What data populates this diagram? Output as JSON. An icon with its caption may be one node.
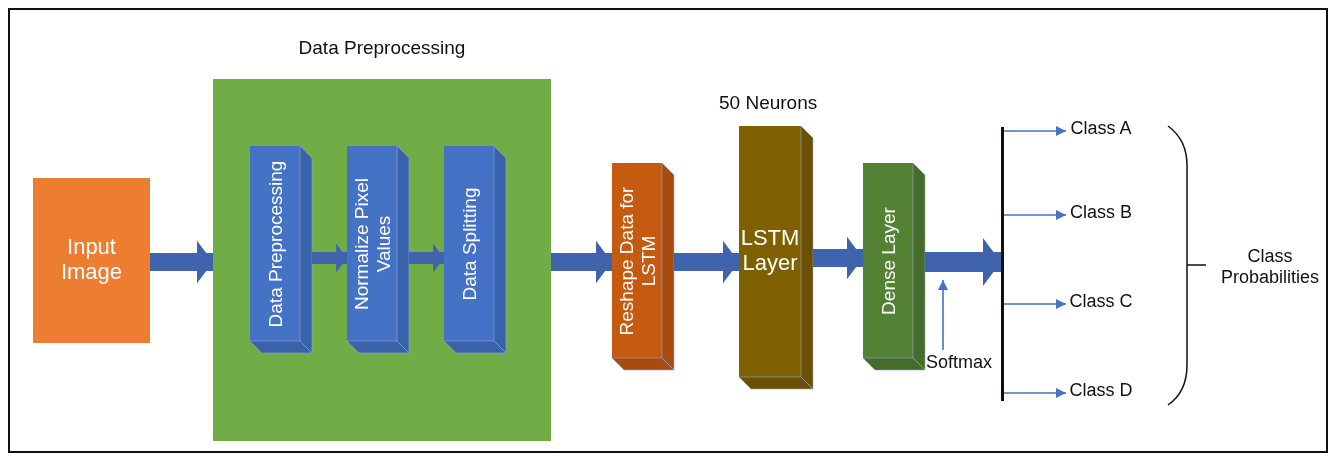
{
  "diagram": {
    "nodes": [
      {
        "text": [
          "Input Image"
        ]
      },
      {
        "text": [
          "Data Preprocessing"
        ]
      },
      {
        "text": [
          "Data Preprocessing"
        ],
        "in": 1
      },
      {
        "text": [
          "Normalize Pixel Values"
        ],
        "in": 1
      },
      {
        "text": [
          "Data Splitting"
        ],
        "in": 1
      },
      {
        "text": [
          "Reshape Data for LSTM"
        ]
      },
      {
        "text": [
          "LSTM Layer"
        ],
        "beside": [
          "50 Neurons"
        ]
      },
      {
        "text": [
          "Dense Layer"
        ]
      },
      {
        "text": [],
        "shape": "bar"
      },
      {
        "text": [
          "Class A"
        ]
      },
      {
        "text": [
          "Class B"
        ]
      },
      {
        "text": [
          "Class C"
        ]
      },
      {
        "text": [
          "Class D"
        ]
      }
    ],
    "edges": [
      {
        "from": 0,
        "to": 1,
        "arrow": "to"
      },
      {
        "from": 2,
        "to": 3,
        "arrow": "to"
      },
      {
        "from": 3,
        "to": 4,
        "arrow": "to"
      },
      {
        "from": 1,
        "to": 5,
        "arrow": "to"
      },
      {
        "from": 5,
        "to": 6,
        "arrow": "to"
      },
      {
        "from": 6,
        "to": 7,
        "arrow": "to"
      },
      {
        "from": 7,
        "to": 8,
        "arrow": "to"
      },
      {
        "from": 8,
        "to": 9,
        "arrow": "to",
        "color": "#4472c4"
      },
      {
        "from": 8,
        "to": 10,
        "arrow": "to",
        "color": "#4472c4"
      },
      {
        "from": 8,
        "to": 11,
        "arrow": "to",
        "color": "#4472c4"
      },
      {
        "from": 8,
        "to": 12,
        "arrow": "to",
        "color": "#4472c4"
      }
    ],
    "labels": [
      "Softmax",
      "Class Probabilities"
    ]
  }
}
